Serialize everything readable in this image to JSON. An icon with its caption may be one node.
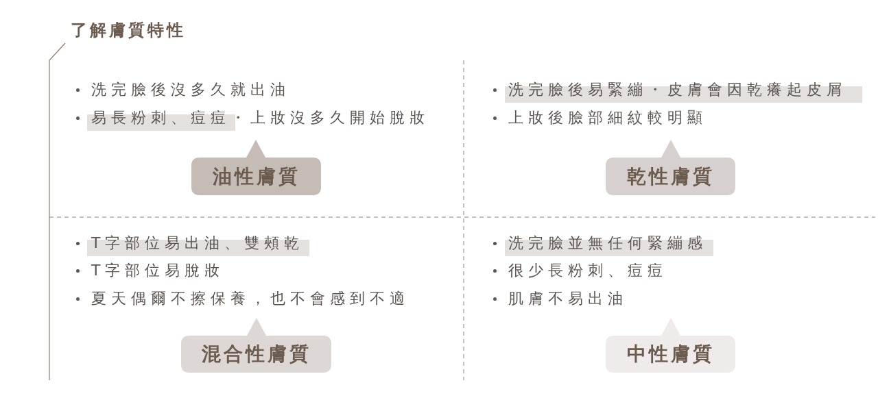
{
  "diagram": {
    "title": "了解膚質特性",
    "nodes": [
      {
        "text": [
          "油性膚質"
        ]
      },
      {
        "text": [
          "乾性膚質"
        ]
      },
      {
        "text": [
          "混合性膚質"
        ]
      },
      {
        "text": [
          "中性膚質"
        ]
      }
    ],
    "labels": [
      "洗完臉後沒多久就出油",
      "易長粉刺、痘痘・上妝沒多久開始脫妝",
      "洗完臉後易緊繃・皮膚會因乾癢起皮屑",
      "上妝後臉部細紋較明顯",
      "T字部位易出油、雙頰乾",
      "T字部位易脫妝",
      "夏天偶爾不擦保養，也不會感到不適",
      "洗完臉並無任何緊繃感",
      "很少長粉刺、痘痘",
      "肌膚不易出油"
    ]
  }
}
